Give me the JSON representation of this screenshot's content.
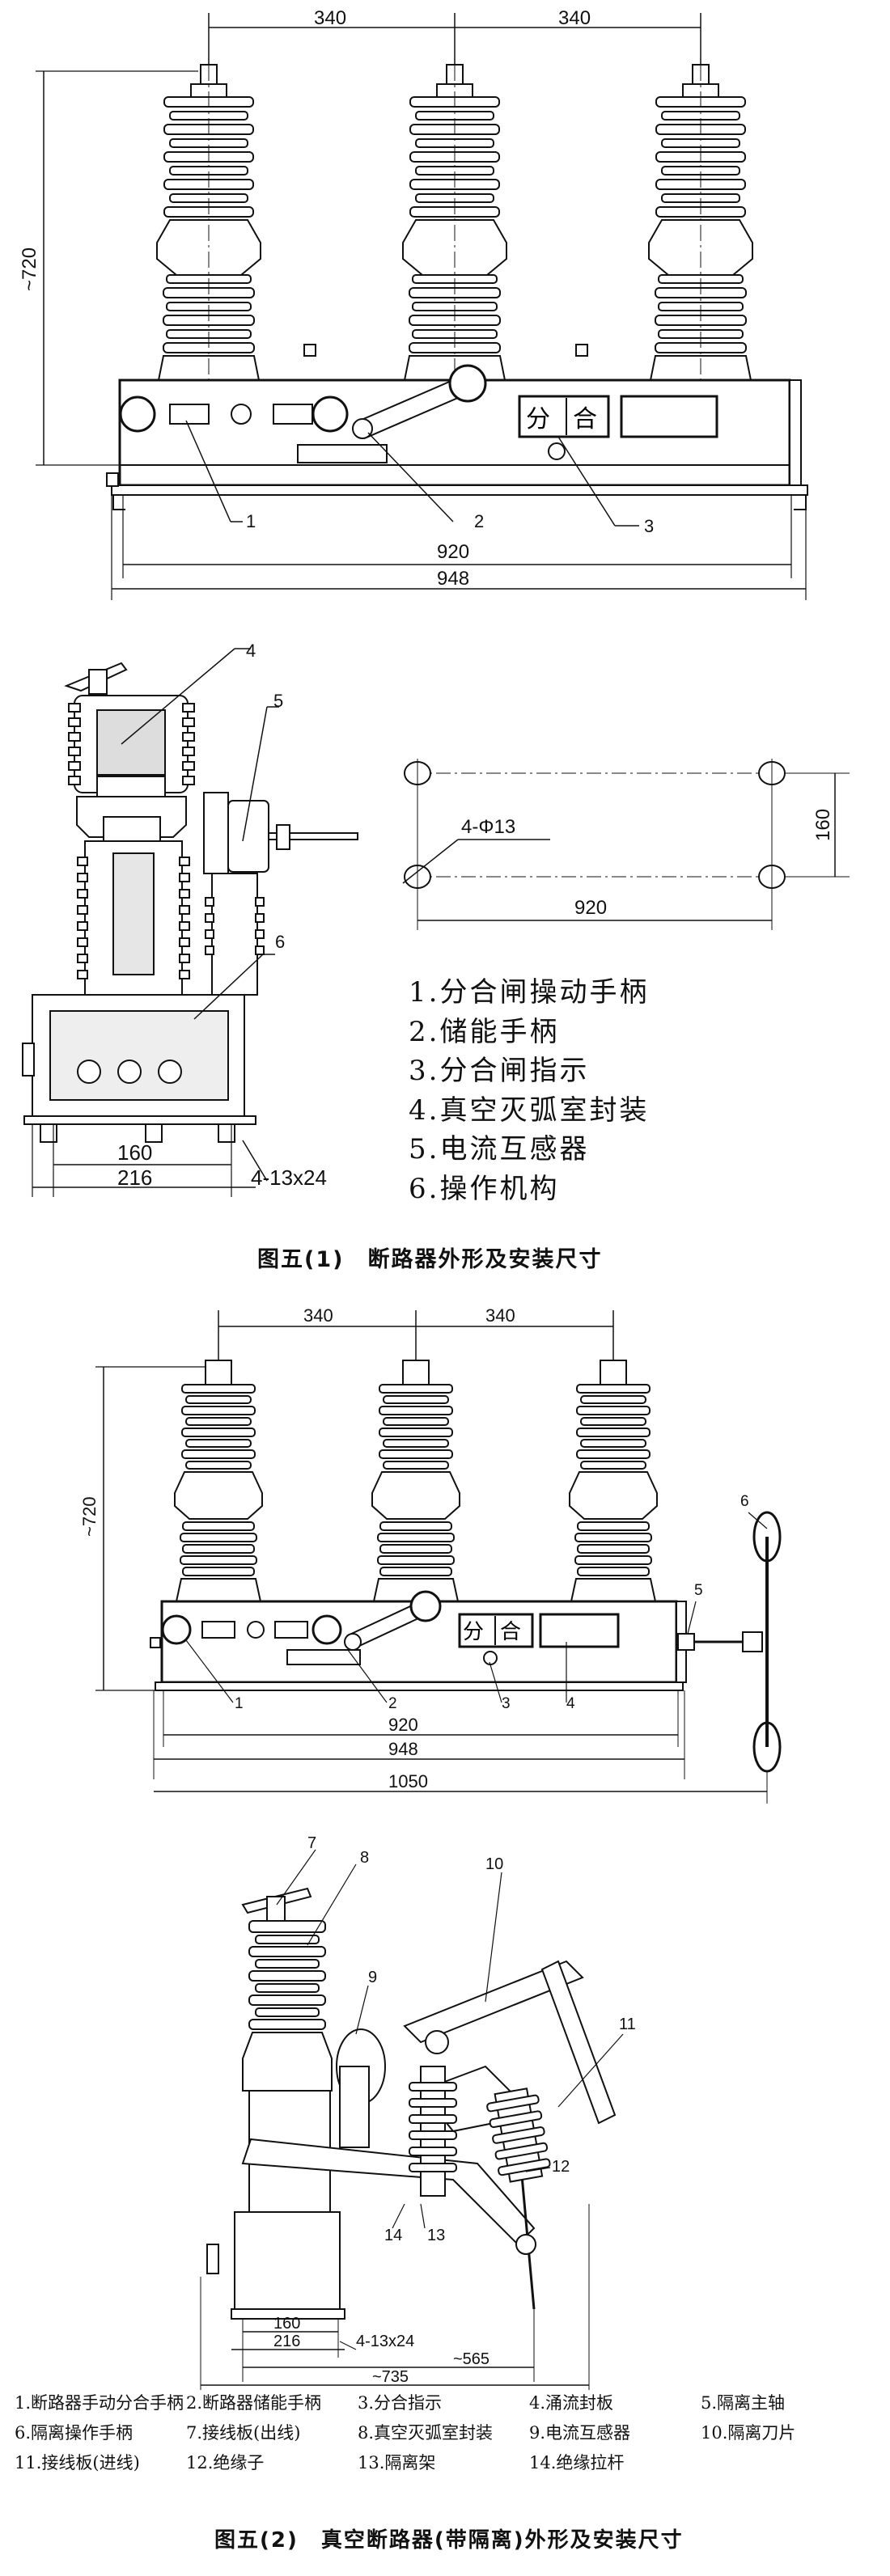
{
  "fig1": {
    "front": {
      "dim_pitch_1": "340",
      "dim_pitch_2": "340",
      "dim_height": "~720",
      "dim_base_inner": "920",
      "dim_base_outer": "948",
      "leader_labels": [
        "1",
        "2",
        "3"
      ],
      "indicator_text_1": "分",
      "indicator_text_2": "合"
    },
    "side": {
      "leader_labels": [
        "4",
        "5",
        "6"
      ],
      "dim_width_1": "160",
      "dim_width_2": "216",
      "dim_slots": "4-13x24"
    },
    "mounting": {
      "dim_holes": "4-Φ13",
      "dim_horizontal": "920",
      "dim_vertical": "160"
    },
    "legend": [
      "1.分合闸操动手柄",
      "2.储能手柄",
      "3.分合闸指示",
      "4.真空灭弧室封装",
      "5.电流互感器",
      "6.操作机构"
    ],
    "caption": "图五(1)　断路器外形及安装尺寸"
  },
  "fig2": {
    "front": {
      "dim_pitch_1": "340",
      "dim_pitch_2": "340",
      "dim_height": "~720",
      "dim_base_inner": "920",
      "dim_base_outer": "948",
      "dim_total": "1050",
      "leader_labels": [
        "1",
        "2",
        "3",
        "4",
        "5",
        "6"
      ],
      "indicator_text_1": "分",
      "indicator_text_2": "合"
    },
    "side": {
      "leader_labels": [
        "7",
        "8",
        "9",
        "10",
        "11",
        "12",
        "13",
        "14"
      ],
      "dim_width_1": "160",
      "dim_width_2": "216",
      "dim_slots": "4-13x24",
      "dim_depth_1": "~565",
      "dim_depth_2": "~735"
    },
    "legend": [
      [
        "1.断路器手动分合手柄",
        "2.断路器储能手柄",
        "3.分合指示",
        "4.涌流封板",
        "5.隔离主轴"
      ],
      [
        "6.隔离操作手柄",
        "7.接线板(出线)",
        "8.真空灭弧室封装",
        "9.电流互感器",
        "10.隔离刀片"
      ],
      [
        "11.接线板(进线)",
        "12.绝缘子",
        "13.隔离架",
        "14.绝缘拉杆",
        ""
      ]
    ],
    "caption": "图五(2)　真空断路器(带隔离)外形及安装尺寸"
  }
}
